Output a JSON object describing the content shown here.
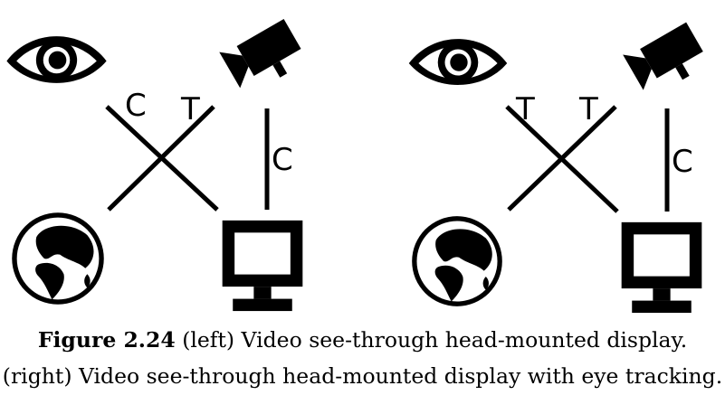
{
  "figure": {
    "number": "Figure 2.24",
    "caption_left": "(left) Video see-through head-mounted display.",
    "caption_right": "(right) Video see-through head-mounted display with eye tracking."
  },
  "panels": [
    {
      "side": "left",
      "icons": [
        "eye-icon",
        "video-camera-icon",
        "globe-icon",
        "monitor-icon"
      ],
      "edges": [
        {
          "from": "eye",
          "to": "monitor",
          "label": "C"
        },
        {
          "from": "camera",
          "to": "globe",
          "label": "T"
        },
        {
          "from": "camera",
          "to": "monitor",
          "label": "C"
        }
      ]
    },
    {
      "side": "right",
      "icons": [
        "eye-icon",
        "video-camera-icon",
        "globe-icon",
        "monitor-icon"
      ],
      "edges": [
        {
          "from": "eye",
          "to": "monitor",
          "label": "T"
        },
        {
          "from": "camera",
          "to": "globe",
          "label": "T"
        },
        {
          "from": "camera",
          "to": "monitor",
          "label": "C"
        }
      ]
    }
  ]
}
